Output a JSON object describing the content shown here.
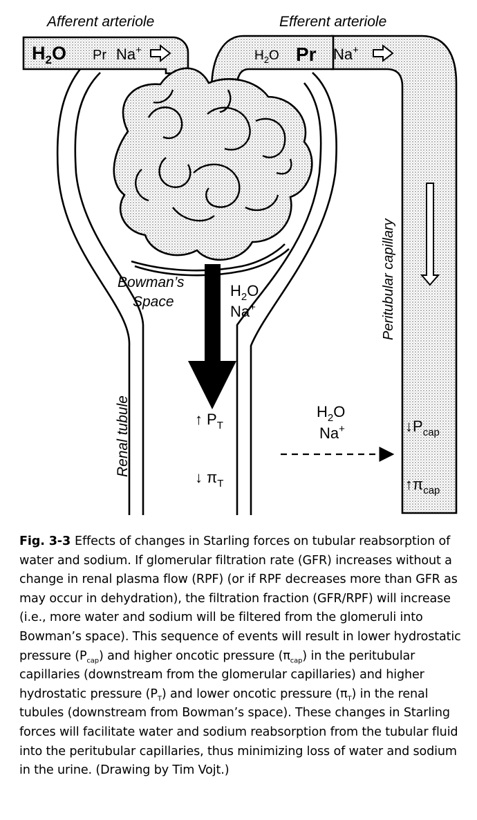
{
  "labels": {
    "afferent": "Afferent arteriole",
    "efferent": "Efferent arteriole",
    "aff_h2o": "H",
    "aff_h2o_sub": "2",
    "aff_h2o_o": "O",
    "aff_pr": "Pr",
    "aff_na": "Na",
    "aff_na_sup": "+",
    "eff_h2o": "H",
    "eff_h2o_sub": "2",
    "eff_h2o_o": "O",
    "eff_pr": "Pr",
    "eff_na": "Na",
    "eff_na_sup": "+",
    "bowmans_1": "Bowman’s",
    "bowmans_2": "Space",
    "center_h2o": "H",
    "center_h2o_sub": "2",
    "center_h2o_o": "O",
    "center_na": "Na",
    "center_na_sup": "+",
    "peritubular": "Peritubular capillary",
    "renal_tubule": "Renal tubule",
    "pt_arrow": "↑",
    "pt_P": "P",
    "pt_sub": "T",
    "pit_arrow": "↓",
    "pit_pi": "π",
    "pit_sub": "T",
    "right_h2o": "H",
    "right_h2o_sub": "2",
    "right_h2o_o": "O",
    "right_na": "Na",
    "right_na_sup": "+",
    "pcap_arrow": "↓",
    "pcap_P": "P",
    "pcap_sub": "cap",
    "picap_arrow": "↑",
    "picap_pi": "π",
    "picap_sub": "cap"
  },
  "caption": {
    "figno": "Fig. 3-3",
    "t1": "Effects of changes in Starling forces on tubular reabsorption of water and sodium. If glomerular filtration rate (GFR) increases without a change in renal plasma flow (RPF) (or if RPF decreases more than GFR as may occur in dehydration), the filtration fraction (GFR/RPF) will increase (i.e., more water and sodium will be filtered from the glomeruli into Bowman’s space). This sequence of events will result in lower hydrostatic pressure (P",
    "s1": "cap",
    "t2": ") and higher oncotic pressure (π",
    "s2": "cap",
    "t3": ") in the peritubular capillaries (downstream from the glomerular capillaries) and higher hydrostatic pressure (P",
    "s3": "T",
    "t4": ") and lower oncotic pressure (π",
    "s4": "T",
    "t5": ") in the renal tubules (downstream from Bowman’s space). These changes in Starling forces will facilitate water and sodium reabsorption from the tubular fluid into the peritubular capillaries, thus minimizing loss of water and sodium in the urine. (Drawing by Tim Vojt.)"
  }
}
